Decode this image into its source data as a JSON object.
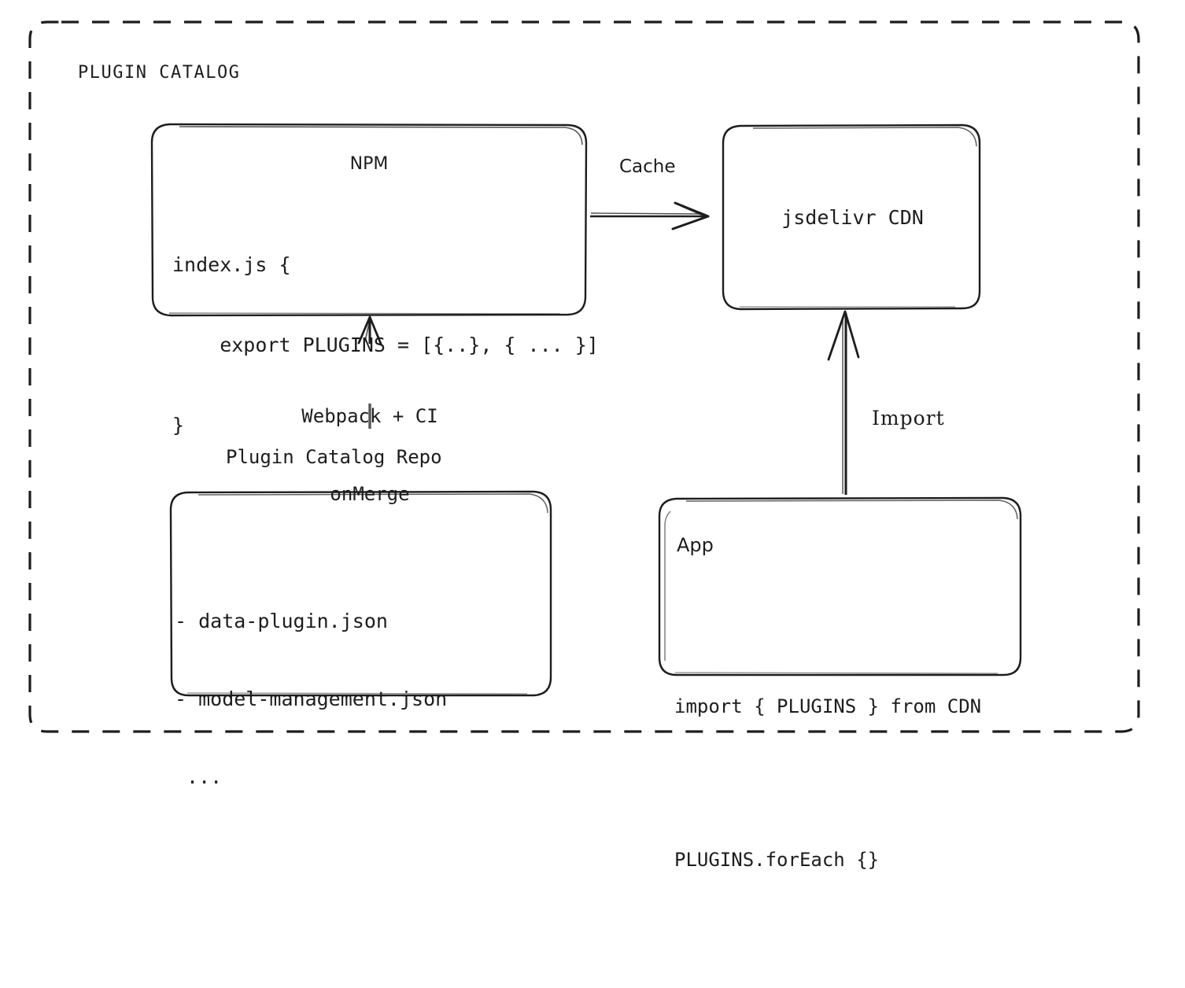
{
  "diagram": {
    "title": "PLUGIN CATALOG",
    "frame": {
      "style": "dashed",
      "stroke": "#1d1d1d"
    },
    "ink_color": "#1d1d1d",
    "background": "#ffffff",
    "nodes": {
      "npm": {
        "title": "NPM",
        "code_line_1": "index.js {",
        "code_line_2": "    export PLUGINS = [{..}, { ... }]",
        "code_line_3": "}"
      },
      "cdn": {
        "title": "jsdelivr CDN"
      },
      "repo": {
        "caption": "Plugin Catalog Repo",
        "item_1": "- data-plugin.json",
        "item_2": "- model-management.json",
        "item_3": " ..."
      },
      "app": {
        "title": "App",
        "code_line_1": "import { PLUGINS } from CDN",
        "code_line_2": "PLUGINS.forEach {}"
      }
    },
    "edges": {
      "cache": {
        "label": "Cache",
        "from": "npm",
        "to": "cdn",
        "direction": "right"
      },
      "webpack": {
        "label_line_1": "Webpack + CI",
        "label_line_2": "onMerge",
        "from": "repo",
        "to": "npm",
        "direction": "up"
      },
      "import": {
        "label": "Import",
        "from": "app",
        "to": "cdn",
        "direction": "up"
      }
    }
  }
}
